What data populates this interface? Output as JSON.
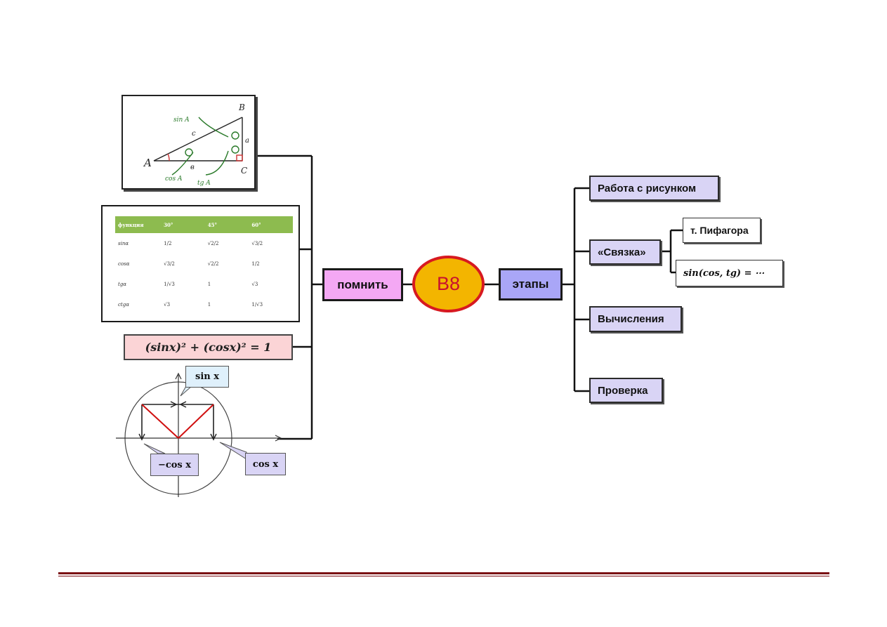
{
  "center": {
    "label": "B8"
  },
  "left_node": {
    "label": "помнить"
  },
  "right_node": {
    "label": "этапы"
  },
  "stages": [
    {
      "label": "Работа с рисунком"
    },
    {
      "label": "«Связка»"
    },
    {
      "label": "Вычисления"
    },
    {
      "label": "Проверка"
    }
  ],
  "link_items": [
    {
      "label": "т. Пифагора"
    },
    {
      "label": "sin(cos, tg) = ⋯"
    }
  ],
  "triangle_sketch": {
    "vertex_a": "A",
    "vertex_b": "B",
    "vertex_c": "C",
    "side_a": "a",
    "side_b": "в",
    "side_c": "c",
    "sin_label": "sin A",
    "cos_label": "cos A",
    "tg_label": "tg A"
  },
  "trig_table": {
    "header": [
      "функция",
      "30°",
      "45°",
      "60°"
    ],
    "rows": [
      [
        "sinα",
        "1/2",
        "√2/2",
        "√3/2"
      ],
      [
        "cosα",
        "√3/2",
        "√2/2",
        "1/2"
      ],
      [
        "tgα",
        "1/√3",
        "1",
        "√3"
      ],
      [
        "ctgα",
        "√3",
        "1",
        "1/√3"
      ]
    ]
  },
  "identity": {
    "text": "(sinx)² + (cosx)² = 1"
  },
  "circle_callouts": {
    "sin": "sin x",
    "neg_cos": "−cos x",
    "cos": "cos x"
  },
  "colors": {
    "center_fill": "#f3b500",
    "center_border": "#d71920",
    "left_node_fill": "#f4a8f4",
    "right_node_fill": "#a9a6f7",
    "stage_fill": "#d9d4f5",
    "identity_fill": "#fbd4d6",
    "table_header": "#8dbb4f",
    "footer_rule": "#7a0d12"
  }
}
